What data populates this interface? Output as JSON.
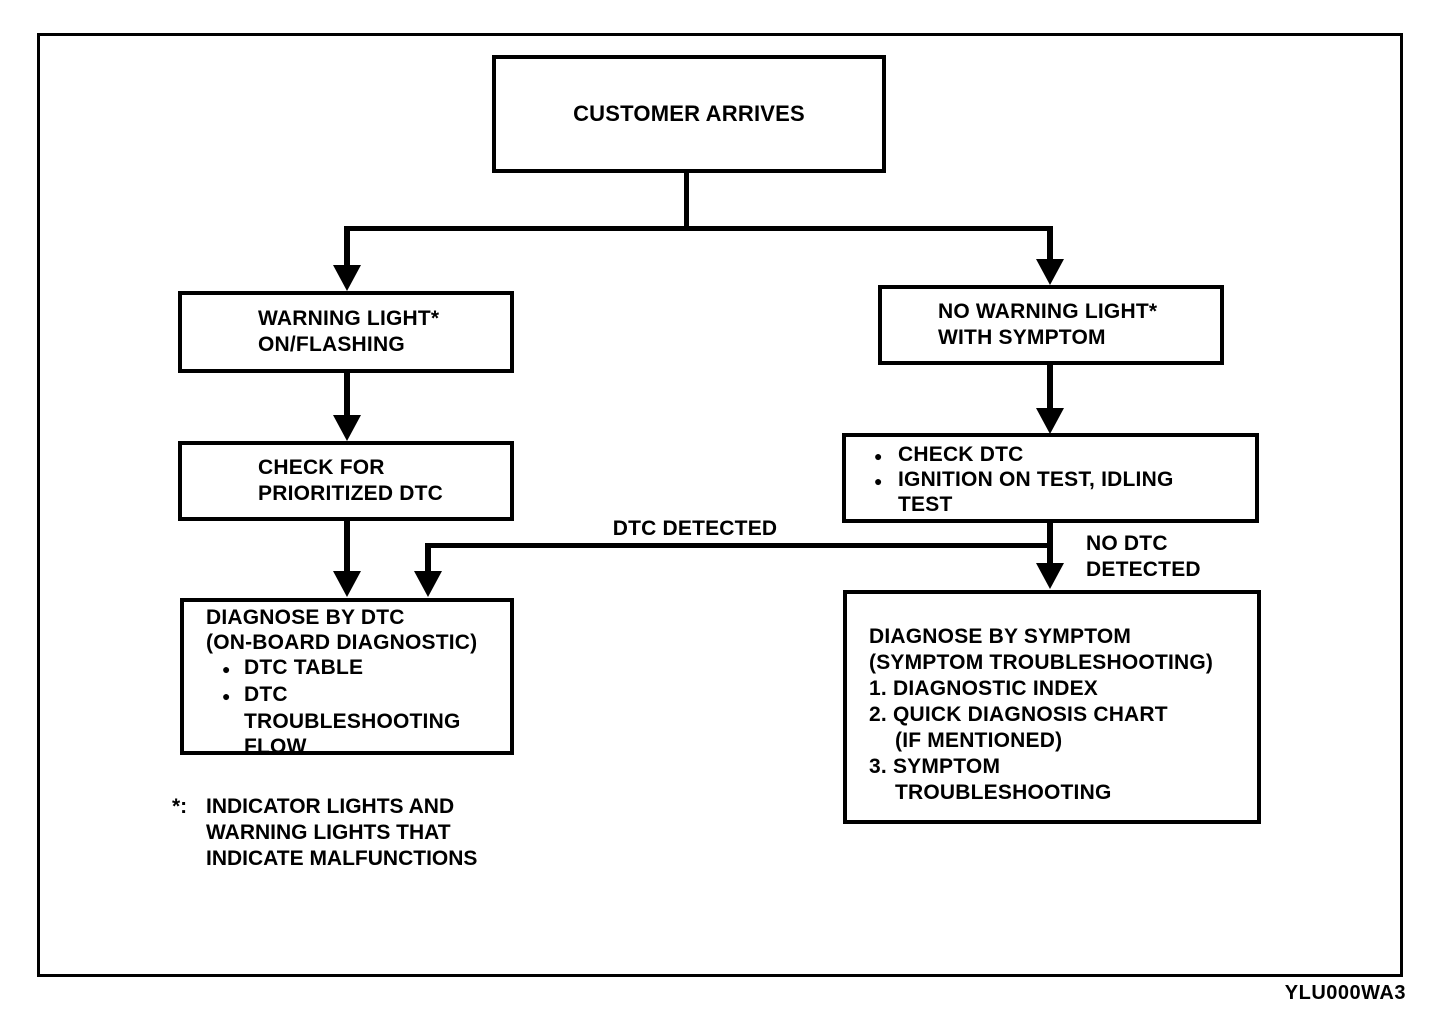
{
  "figure": {
    "code": "YLU000WA3",
    "bullet_char": "●",
    "ink_color": "#000000"
  },
  "boxes": {
    "customer_arrives": {
      "line1": "CUSTOMER ARRIVES"
    },
    "warning_light": {
      "line1": "WARNING LIGHT*",
      "line2": "ON/FLASHING"
    },
    "no_warning_light": {
      "line1": "NO WARNING LIGHT*",
      "line2": "WITH SYMPTOM"
    },
    "check_prioritized_dtc": {
      "line1": "CHECK FOR",
      "line2": "PRIORITIZED DTC"
    },
    "check_dtc": {
      "bullet1": "CHECK DTC",
      "bullet2": "IGNITION ON TEST, IDLING",
      "bullet2_wrap": "TEST"
    },
    "diagnose_by_dtc": {
      "title1": "DIAGNOSE BY DTC",
      "title2": "(ON-BOARD DIAGNOSTIC)",
      "bullet1": "DTC TABLE",
      "bullet2": "DTC",
      "bullet2_wrap1": "TROUBLESHOOTING",
      "bullet2_wrap2": "FLOW"
    },
    "diagnose_by_symptom": {
      "title1": "DIAGNOSE BY SYMPTOM",
      "title2": "(SYMPTOM TROUBLESHOOTING)",
      "item1": "1. DIAGNOSTIC INDEX",
      "item2": "2. QUICK DIAGNOSIS CHART",
      "item2_wrap": "(IF MENTIONED)",
      "item3": "3. SYMPTOM",
      "item3_wrap": "TROUBLESHOOTING"
    }
  },
  "edge_labels": {
    "dtc_detected": "DTC DETECTED",
    "no_dtc_detected_line1": "NO DTC",
    "no_dtc_detected_line2": "DETECTED"
  },
  "footnote": {
    "marker": "*:",
    "line1": "INDICATOR LIGHTS AND",
    "line2": "WARNING LIGHTS THAT",
    "line3": "INDICATE MALFUNCTIONS"
  }
}
